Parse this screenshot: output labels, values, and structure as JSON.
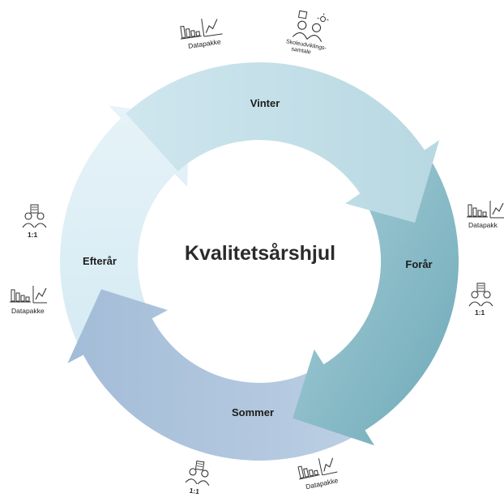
{
  "title": "Kvalitetsårshjul",
  "seasons": [
    {
      "label": "Vinter",
      "color": "#c4dfe8"
    },
    {
      "label": "Forår",
      "color": "#8ec0cd"
    },
    {
      "label": "Sommer",
      "color": "#aec6de"
    },
    {
      "label": "Efterår",
      "color": "#deeef5"
    }
  ],
  "icons": {
    "datapakke_label": "Datapakke",
    "datapakke_cut_label": "Datapakk",
    "one_to_one_label": "1:1",
    "skoleudvikling_label_line1": "Skoleudviklings-",
    "skoleudvikling_label_line2": "samtale"
  },
  "colors": {
    "dark_accent": "#6ba6b6",
    "background": "#ffffff"
  }
}
